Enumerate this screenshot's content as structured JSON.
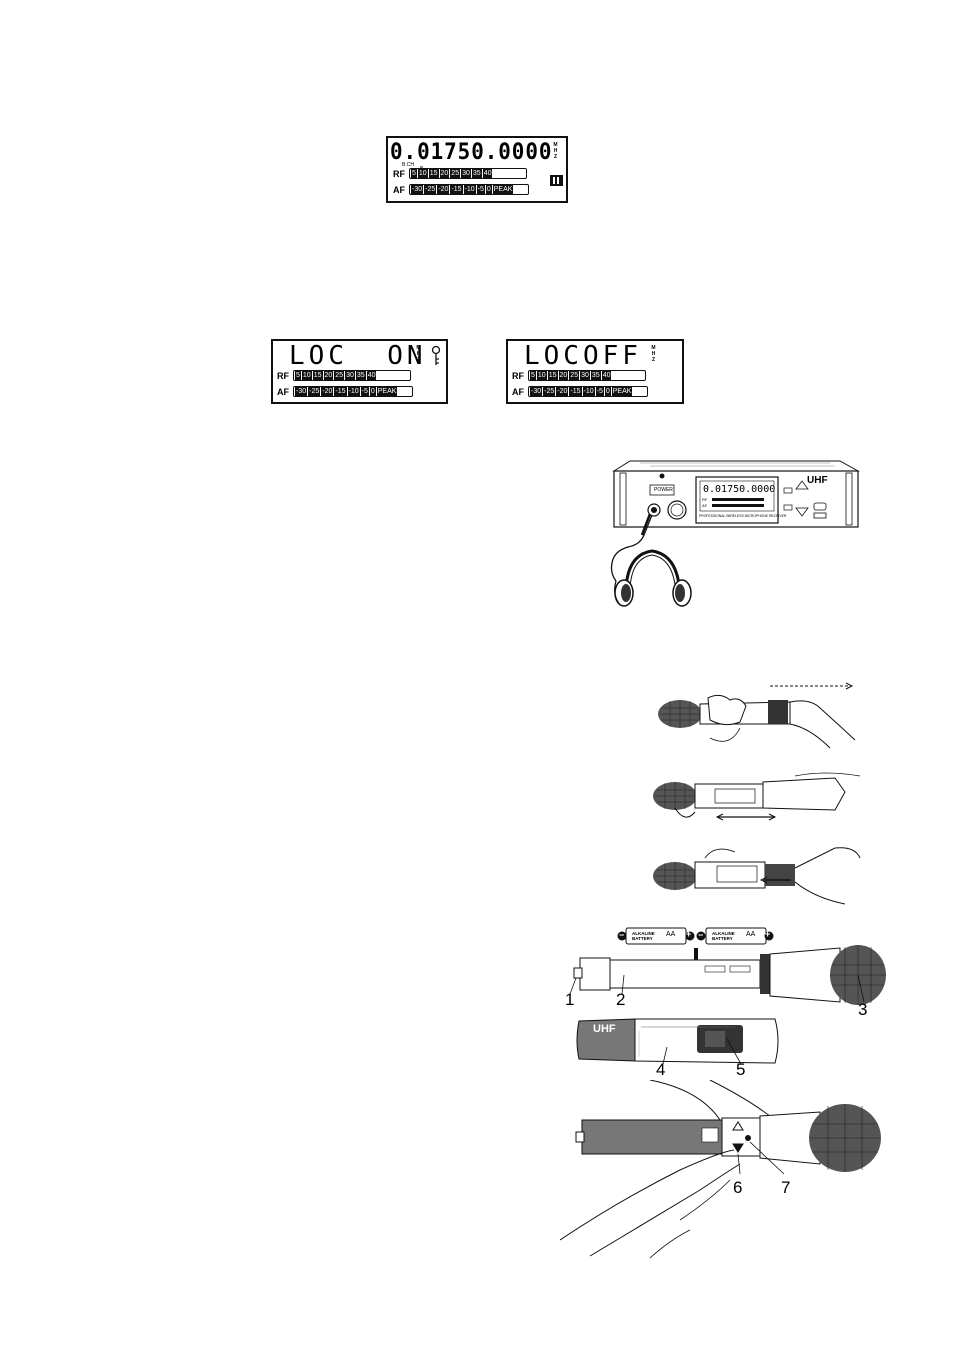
{
  "lcd_main": {
    "frequency": "0.01750.0000",
    "bch": "B.CH",
    "b": "B",
    "unit_letters": [
      "M",
      "H",
      "Z"
    ],
    "rf_label": "RF",
    "af_label": "AF",
    "rf_cells": [
      "5",
      "10",
      "15",
      "20",
      "25",
      "30",
      "35",
      "40"
    ],
    "af_cells": [
      "-30",
      "-25",
      "-20",
      "-15",
      "-10",
      "-5",
      "0",
      "PEAK"
    ]
  },
  "lcd_loc_on": {
    "text": "LOC  ON",
    "unit_letters": [
      "M",
      "H",
      "Z"
    ],
    "rf_label": "RF",
    "af_label": "AF",
    "rf_cells": [
      "5",
      "10",
      "15",
      "20",
      "25",
      "30",
      "35",
      "40"
    ],
    "af_cells": [
      "-30",
      "-25",
      "-20",
      "-15",
      "-10",
      "-5",
      "0",
      "PEAK"
    ]
  },
  "lcd_loc_off": {
    "text": "LOCOFF",
    "unit_letters": [
      "M",
      "H",
      "Z"
    ],
    "rf_label": "RF",
    "af_label": "AF",
    "rf_cells": [
      "5",
      "10",
      "15",
      "20",
      "25",
      "30",
      "35",
      "40"
    ],
    "af_cells": [
      "-30",
      "-25",
      "-20",
      "-15",
      "-10",
      "-5",
      "0",
      "PEAK"
    ]
  },
  "receiver": {
    "power_label": "POWER",
    "brand": "UHF",
    "display_freq": "0.01750.0000",
    "caption": "PROFESSIONAL WIRELESS MICROPHONE RECEIVER",
    "rf": "RF",
    "af": "AF"
  },
  "battery": {
    "battery1": "ALKALINE BATTERY",
    "battery2": "ALKALINE BATTERY",
    "size": "AA",
    "minus": "−",
    "plus": "+"
  },
  "transmitter": {
    "brand": "UHF"
  },
  "callouts": [
    "1",
    "2",
    "3",
    "4",
    "5",
    "6",
    "7"
  ]
}
